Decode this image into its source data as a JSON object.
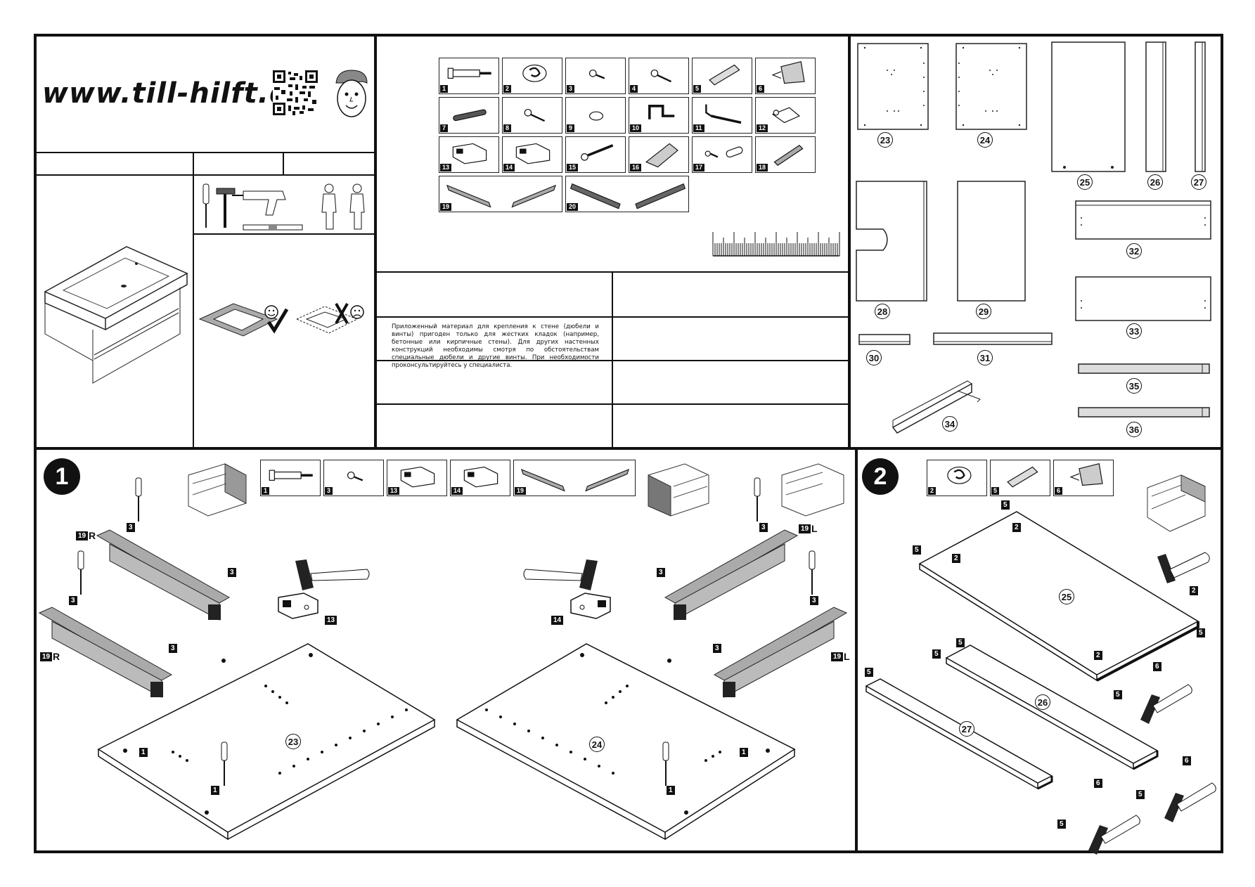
{
  "header": {
    "website": "www.till-hilft.de",
    "qr_code": "qr-code",
    "mascot": "mascot-icon"
  },
  "notice": {
    "text": "Приложенный материал для крепления к стене (дюбели и винты) пригоден только для жестких кладок (например, бетонные или кирпичные стены). Для других настенных конструкций необходимы смотря по обстоятельствам специальные дюбели и другие винты. При необходимости проконсультируйтесь у специалиста."
  },
  "hardware": [
    {
      "num": "1",
      "icon": "dowel-screw-icon"
    },
    {
      "num": "2",
      "icon": "cam-lock-icon"
    },
    {
      "num": "3",
      "icon": "short-screw-icon"
    },
    {
      "num": "4",
      "icon": "screw-icon"
    },
    {
      "num": "5",
      "icon": "wooden-dowel-icon"
    },
    {
      "num": "6",
      "icon": "glue-tube-icon"
    },
    {
      "num": "7",
      "icon": "rod-icon"
    },
    {
      "num": "8",
      "icon": "screw-icon"
    },
    {
      "num": "9",
      "icon": "cap-icon"
    },
    {
      "num": "10",
      "icon": "bracket-icon"
    },
    {
      "num": "11",
      "icon": "hook-screw-icon"
    },
    {
      "num": "12",
      "icon": "wall-plug-icon"
    },
    {
      "num": "13",
      "icon": "hinge-icon"
    },
    {
      "num": "14",
      "icon": "hinge-icon"
    },
    {
      "num": "15",
      "icon": "long-screw-icon"
    },
    {
      "num": "16",
      "icon": "silicone-tube-icon"
    },
    {
      "num": "17",
      "icon": "screw-and-plug-icon"
    },
    {
      "num": "18",
      "icon": "threaded-rod-icon"
    },
    {
      "num": "19",
      "icon": "drawer-rail-pair-icon"
    },
    {
      "num": "20",
      "icon": "drawer-runner-pair-icon"
    }
  ],
  "parts": [
    {
      "num": "23"
    },
    {
      "num": "24"
    },
    {
      "num": "25"
    },
    {
      "num": "26"
    },
    {
      "num": "27"
    },
    {
      "num": "28"
    },
    {
      "num": "29"
    },
    {
      "num": "30"
    },
    {
      "num": "31"
    },
    {
      "num": "32"
    },
    {
      "num": "33"
    },
    {
      "num": "34"
    },
    {
      "num": "35"
    },
    {
      "num": "36"
    }
  ],
  "step1": {
    "number": "1",
    "hardware": [
      "1",
      "3",
      "13",
      "14",
      "19"
    ],
    "labels": {
      "rail_r1": "19",
      "r1": "R",
      "rail_r2": "19",
      "r2": "R",
      "rail_l1": "19",
      "l1": "L",
      "rail_l2": "19",
      "l2": "L",
      "screw": "3",
      "dowel": "1",
      "hinge_a": "13",
      "hinge_b": "14",
      "panel_left": "23",
      "panel_right": "24"
    }
  },
  "step2": {
    "number": "2",
    "hardware": [
      "2",
      "5",
      "6"
    ],
    "labels": {
      "dowel": "5",
      "cam": "2",
      "glue": "6",
      "panel_a": "25",
      "panel_b": "26",
      "panel_c": "27"
    }
  }
}
